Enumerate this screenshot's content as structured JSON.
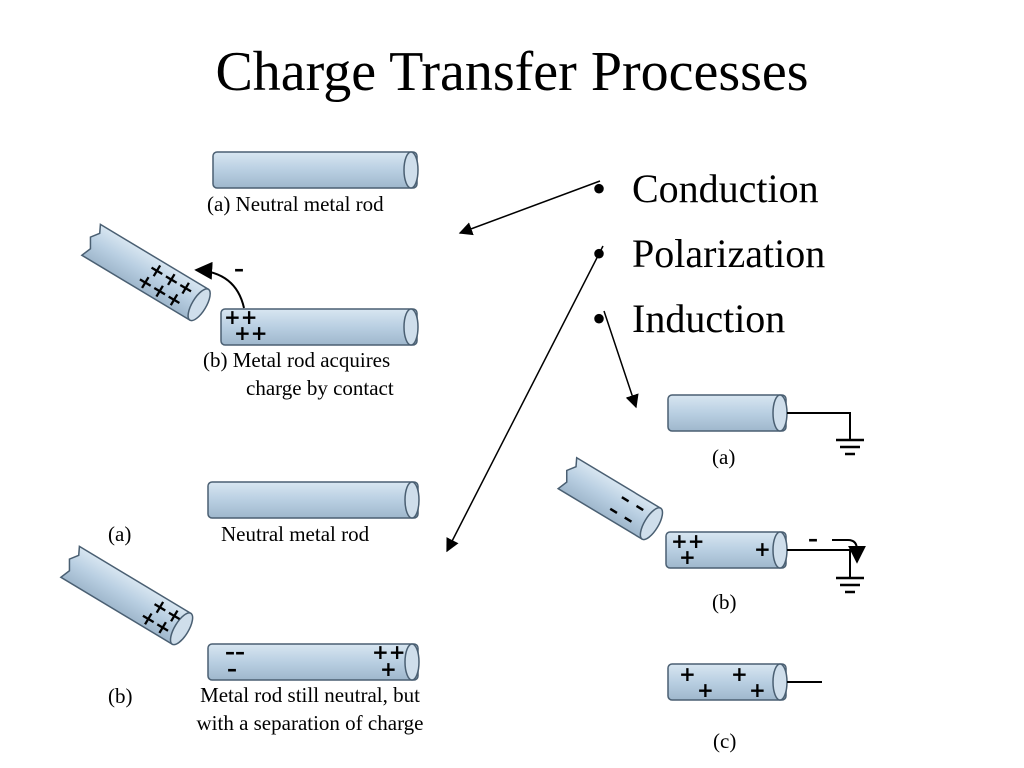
{
  "title": "Charge Transfer Processes",
  "bullets": [
    {
      "label": "Conduction"
    },
    {
      "label": "Polarization"
    },
    {
      "label": "Induction"
    }
  ],
  "conduction": {
    "label_a": "(a) Neutral metal rod",
    "label_b_line1": "(b) Metal rod acquires",
    "label_b_line2": "charge by contact",
    "sign_charged_rod": "+ + + + + + +",
    "sign_emitted": "–",
    "sign_contact_rod_row1": "++",
    "sign_contact_rod_row2": "++"
  },
  "polarization": {
    "label_a_letter": "(a)",
    "label_a_text": "Neutral metal rod",
    "label_b_letter": "(b)",
    "label_b_line1": "Metal rod still neutral, but",
    "label_b_line2": "with a separation of charge",
    "sign_left_row1": "––",
    "sign_left_row2": "–",
    "sign_right_row1": "++",
    "sign_right_row2": "+"
  },
  "induction": {
    "label_a": "(a)",
    "label_b": "(b)",
    "label_c": "(c)",
    "sign_b_row1": "++",
    "sign_b_row2": "+",
    "sign_b_right": "+",
    "sign_b_wire": "–",
    "sign_c_row1_a": "+",
    "sign_c_row1_b": "+",
    "sign_c_row2_a": "+",
    "sign_c_row2_b": "+"
  },
  "colors": {
    "rod_fill": "#b9cfe2",
    "rod_light": "#d8e6f1",
    "rod_stroke": "#4a5f72",
    "line": "#000000"
  }
}
